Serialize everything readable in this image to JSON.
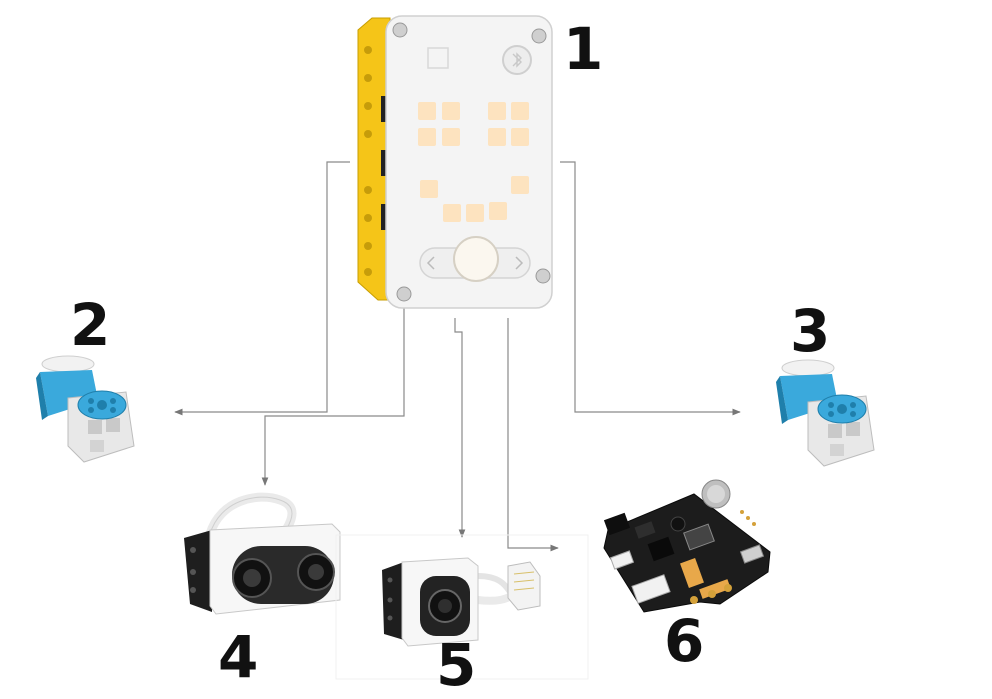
{
  "labels": {
    "hub": "1",
    "motor_left": "2",
    "motor_right": "3",
    "distance_sensor": "4",
    "color_sensor": "5",
    "camera_board": "6"
  },
  "colors": {
    "lego_yellow": "#f5c518",
    "hub_white": "#f4f4f4",
    "matrix_light": "#fde3bf",
    "motor_blue": "#3aa9dc",
    "motor_grey": "#d6d6d6",
    "board_black": "#1c1c1c",
    "arrow": "#777777",
    "label": "#111111"
  }
}
